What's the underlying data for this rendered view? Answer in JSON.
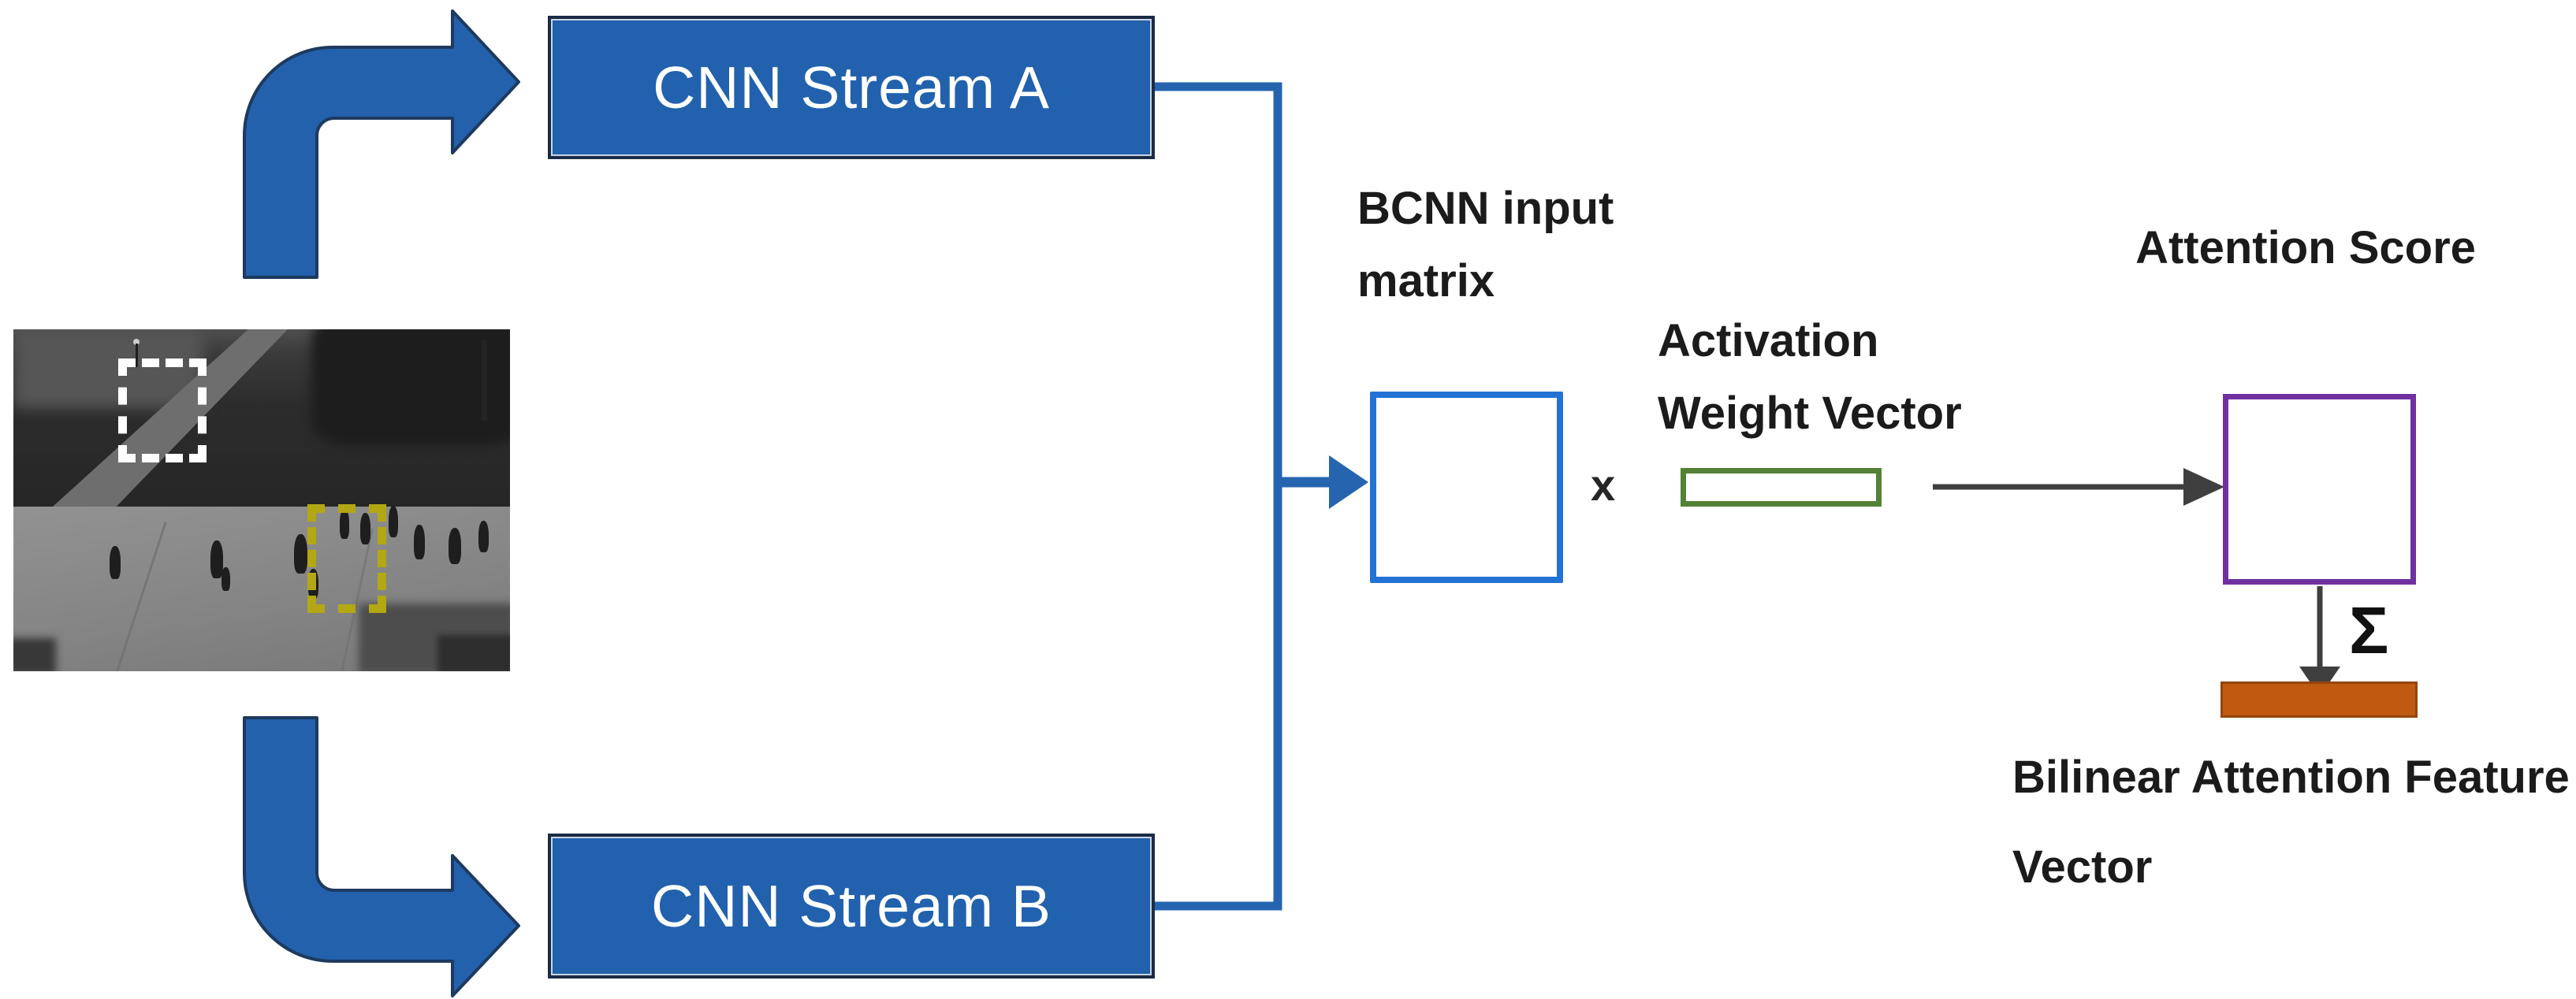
{
  "diagram_title": "Two-stream CNN bilinear attention diagram",
  "nodes": {
    "stream_a": {
      "label": "CNN Stream A"
    },
    "stream_b": {
      "label": "CNN Stream B"
    },
    "bcnn": {
      "line1": "BCNN input",
      "line2": "matrix"
    },
    "awv": {
      "line1": "Activation",
      "line2": "Weight Vector"
    },
    "attention": {
      "label": "Attention Score"
    },
    "output": {
      "line1": "Bilinear Attention Feature",
      "line2": "Vector"
    }
  },
  "symbols": {
    "multiply": "x",
    "sum": "Σ"
  },
  "colors": {
    "stream_fill": "#2261AD",
    "stream_border": "#1B2B45",
    "connector_blue": "#2565B0",
    "curved_arrow_fill": "#2361AC",
    "curved_arrow_edge": "#1D3A5F",
    "matrix_border": "#2273D4",
    "weight_border": "#538135",
    "attention_border": "#7030A0",
    "output_fill": "#C05A11",
    "dark_arrow": "#3F3F3F",
    "region_a_dash": "#FFFFFF",
    "region_b_dash": "#B3A714",
    "stream_text": "#FFFFFF",
    "label_text": "#1B1B1B"
  }
}
